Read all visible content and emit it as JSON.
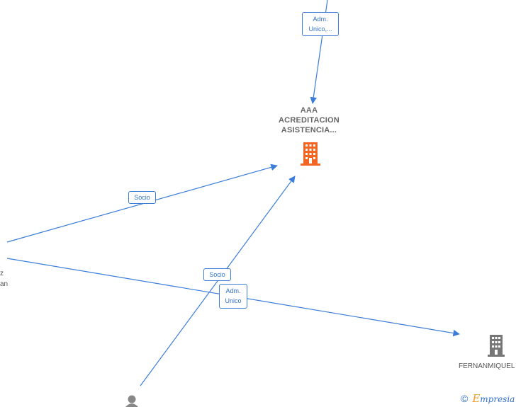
{
  "nodes": {
    "main": {
      "lines": [
        "AAA",
        "ACREDITACION",
        "ASISTENCIA..."
      ],
      "color": "#f26522"
    },
    "right": {
      "label": "FERNANMIQUEL",
      "color": "#777777"
    },
    "left_person": {
      "fragment_1": "z",
      "fragment_2": "an"
    },
    "bottom_person": {
      "color": "#888888"
    }
  },
  "edges": {
    "top_label_line1": "Adm.",
    "top_label_line2": "Unico,...",
    "socio_left": "Socio",
    "socio_middle": "Socio",
    "adm_line1": "Adm.",
    "adm_line2": "Unico"
  },
  "edge_color": "#3b7dd8",
  "brand": {
    "copyright": "©",
    "e": "E",
    "rest": "mpresia"
  }
}
